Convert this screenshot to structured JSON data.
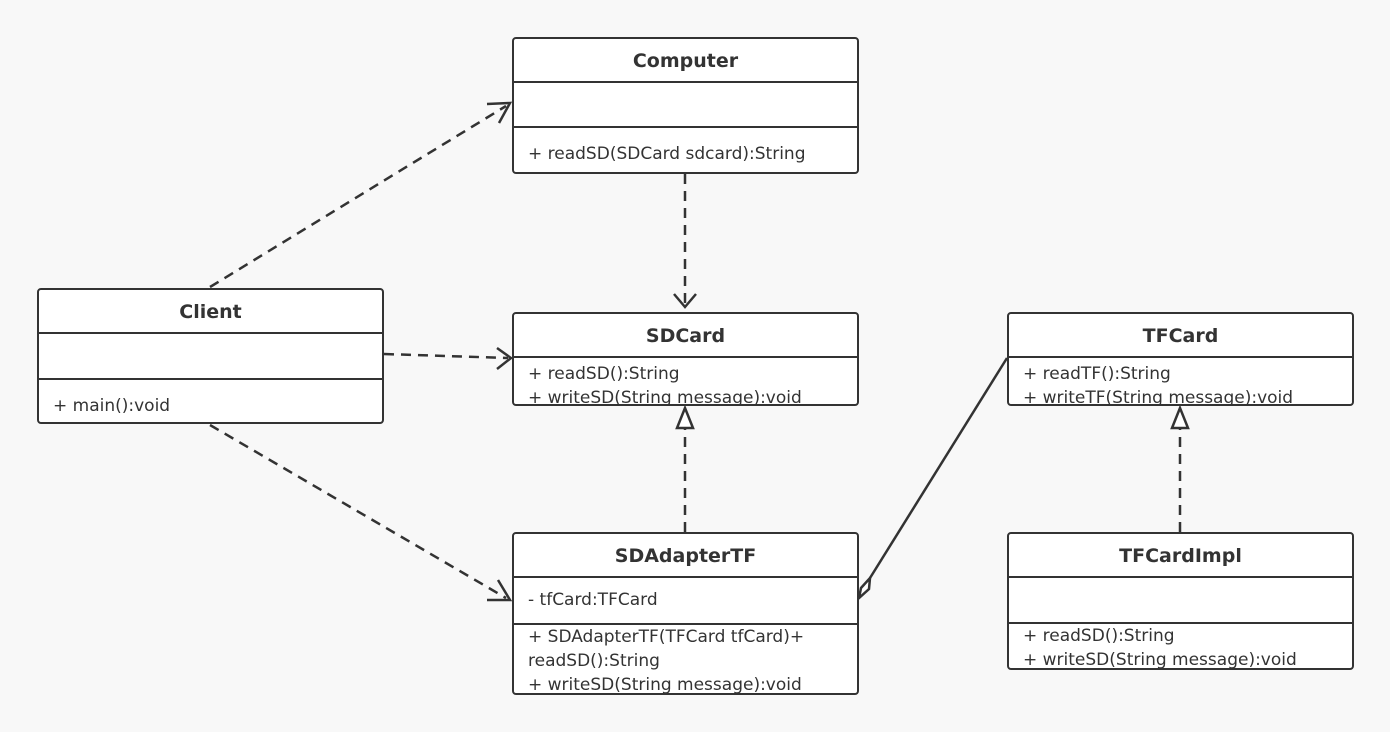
{
  "classes": {
    "computer": {
      "name": "Computer",
      "attributes": [],
      "operations": [
        "+ readSD(SDCard sdcard):String"
      ]
    },
    "client": {
      "name": "Client",
      "attributes": [],
      "operations": [
        "+ main():void"
      ]
    },
    "sdcard": {
      "name": "SDCard",
      "operations": [
        "+ readSD():String",
        "+ writeSD(String message):void"
      ]
    },
    "tfcard": {
      "name": "TFCard",
      "operations": [
        "+ readTF():String",
        "+ writeTF(String message):void"
      ]
    },
    "sdadaptertf": {
      "name": "SDAdapterTF",
      "attributes": [
        "- tfCard:TFCard"
      ],
      "operations": [
        "+ SDAdapterTF(TFCard tfCard)+ readSD():String",
        "+ writeSD(String message):void"
      ]
    },
    "tfcardimpl": {
      "name": "TFCardImpl",
      "attributes": [],
      "operations": [
        "+ readSD():String",
        "+ writeSD(String message):void"
      ]
    }
  },
  "relations": [
    {
      "from": "client",
      "to": "computer",
      "kind": "dependency"
    },
    {
      "from": "client",
      "to": "sdcard",
      "kind": "dependency"
    },
    {
      "from": "client",
      "to": "sdadaptertf",
      "kind": "dependency"
    },
    {
      "from": "computer",
      "to": "sdcard",
      "kind": "dependency"
    },
    {
      "from": "sdadaptertf",
      "to": "sdcard",
      "kind": "realization"
    },
    {
      "from": "tfcardimpl",
      "to": "tfcard",
      "kind": "realization"
    },
    {
      "from": "sdadaptertf",
      "to": "tfcard",
      "kind": "aggregation"
    }
  ],
  "colors": {
    "line": "#333333",
    "box_fill": "#ffffff",
    "background": "#f8f8f8"
  }
}
